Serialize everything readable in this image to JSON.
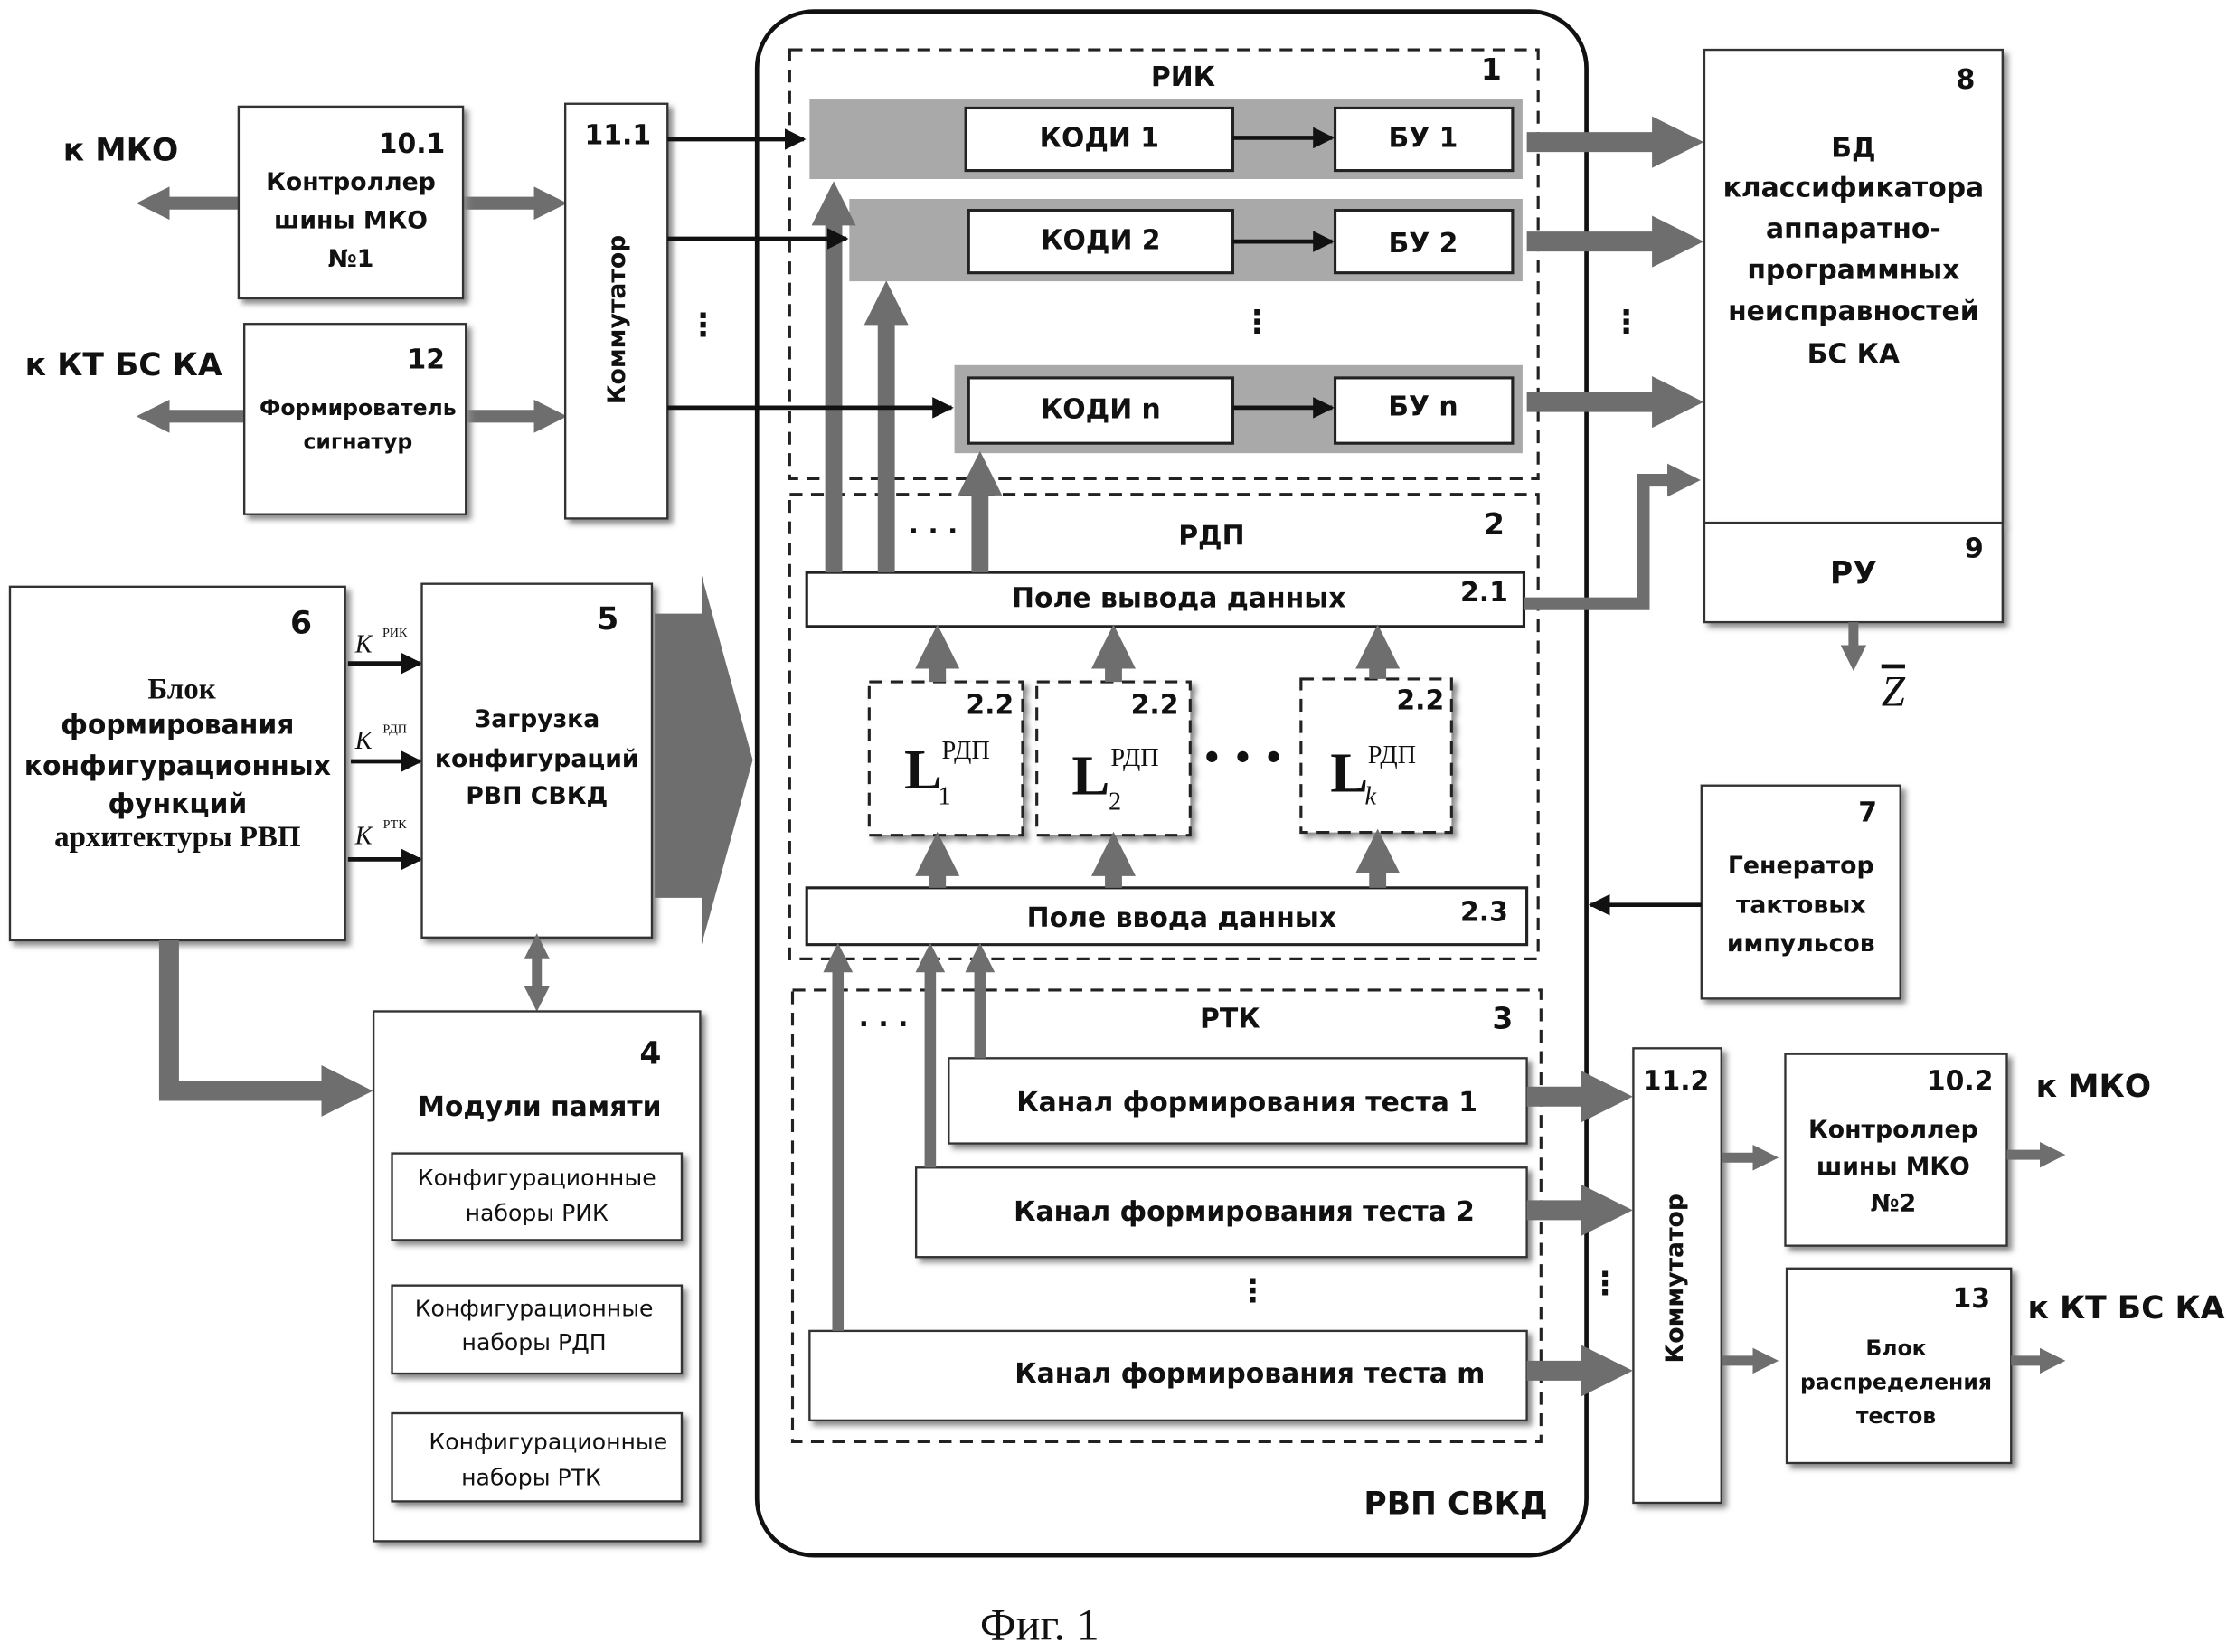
{
  "figure_caption": "Фиг. 1",
  "container": {
    "label": "РВП СВКД"
  },
  "rik": {
    "label": "РИК",
    "number": "1",
    "rows": [
      {
        "kodi": "КОДИ 1",
        "bu": "БУ 1"
      },
      {
        "kodi": "КОДИ 2",
        "bu": "БУ 2"
      },
      {
        "kodi": "КОДИ n",
        "bu": "БУ n"
      }
    ],
    "ellipsis": "⋮"
  },
  "rdp": {
    "label": "РДП",
    "number": "2",
    "output_field": {
      "label": "Поле вывода данных",
      "number": "2.1"
    },
    "input_field": {
      "label": "Поле ввода данных",
      "number": "2.3"
    },
    "logic_blocks": [
      {
        "number": "2.2",
        "symbol": "L",
        "sup": "РДП",
        "sub": "1"
      },
      {
        "number": "2.2",
        "symbol": "L",
        "sup": "РДП",
        "sub": "2"
      },
      {
        "number": "2.2",
        "symbol": "L",
        "sup": "РДП",
        "sub": "k"
      }
    ],
    "ellipsis": "• • •",
    "arrow_ellipsis": "· · ·"
  },
  "rtk": {
    "label": "РТК",
    "number": "3",
    "channels": [
      "Канал формирования теста 1",
      "Канал формирования теста 2",
      "Канал формирования теста m"
    ],
    "ellipsis": "⋮",
    "arrow_ellipsis": "· · ·"
  },
  "block_10_1": {
    "number": "10.1",
    "lines": [
      "Контроллер",
      "шины МКО",
      "№1"
    ],
    "external": "к МКО"
  },
  "block_12": {
    "number": "12",
    "lines": [
      "Формирователь",
      "сигнатур"
    ],
    "external": "к КТ БС КА"
  },
  "switch_11_1": {
    "number": "11.1",
    "label": "Коммутатор",
    "ellipsis": "⋮"
  },
  "block_8": {
    "number": "8",
    "lines": [
      "БД",
      "классификатора",
      "аппаратно-",
      "программных",
      "неисправностей",
      "БС КА"
    ],
    "ellipsis": "⋮"
  },
  "block_9": {
    "number": "9",
    "label": "РУ",
    "output": "Z"
  },
  "block_7": {
    "number": "7",
    "lines": [
      "Генератор",
      "тактовых",
      "импульсов"
    ]
  },
  "block_6": {
    "number": "6",
    "lines": [
      "Блок",
      "формирования",
      "конфигурационных",
      "функций",
      "архитектуры РВП"
    ]
  },
  "k_signals": [
    {
      "symbol": "K",
      "sup": "РИК"
    },
    {
      "symbol": "K",
      "sup": "РДП"
    },
    {
      "symbol": "K",
      "sup": "РТК"
    }
  ],
  "block_5": {
    "number": "5",
    "lines": [
      "Загрузка",
      "конфигураций",
      "РВП СВКД"
    ]
  },
  "block_4": {
    "number": "4",
    "title": "Модули памяти",
    "sets": [
      [
        "Конфигурационные",
        "наборы РИК"
      ],
      [
        "Конфигурационные",
        "наборы РДП"
      ],
      [
        "Конфигурационные",
        "наборы РТК"
      ]
    ]
  },
  "switch_11_2": {
    "number": "11.2",
    "label": "Коммутатор",
    "ellipsis": "⋮"
  },
  "block_10_2": {
    "number": "10.2",
    "lines": [
      "Контроллер",
      "шины МКО",
      "№2"
    ],
    "external": "к МКО"
  },
  "block_13": {
    "number": "13",
    "lines": [
      "Блок",
      "распределения",
      "тестов"
    ],
    "external": "к КТ БС КА"
  },
  "colors": {
    "line": "#111111",
    "thick_arrow": "#6e6e6e",
    "band": "#a9a9a9"
  }
}
